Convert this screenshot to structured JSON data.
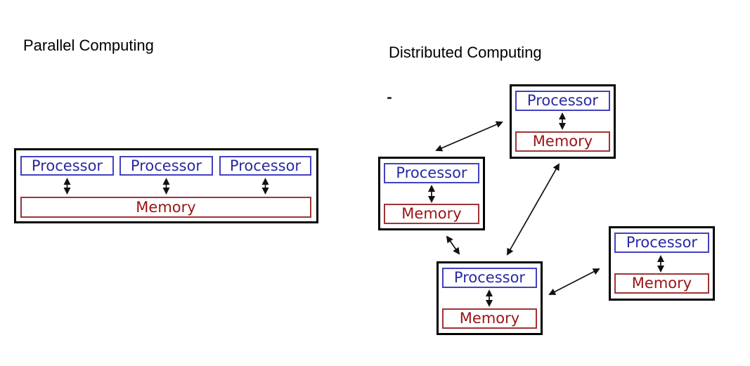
{
  "colors": {
    "background": "#ffffff",
    "title_text": "#000000",
    "frame_border": "#000000",
    "processor_border": "#4141c1",
    "processor_text": "#2929a3",
    "memory_border": "#a03434",
    "memory_text": "#9b1313",
    "arrow": "#111111"
  },
  "parallel": {
    "title": "Parallel Computing",
    "processors": [
      {
        "label": "Processor"
      },
      {
        "label": "Processor"
      },
      {
        "label": "Processor"
      }
    ],
    "memory_label": "Memory",
    "connections": [
      {
        "from": "processor-1",
        "to": "memory",
        "style": "double-arrow"
      },
      {
        "from": "processor-2",
        "to": "memory",
        "style": "double-arrow"
      },
      {
        "from": "processor-3",
        "to": "memory",
        "style": "double-arrow"
      }
    ]
  },
  "distributed": {
    "title": "Distributed Computing",
    "nodes": [
      {
        "id": "top",
        "processor_label": "Processor",
        "memory_label": "Memory"
      },
      {
        "id": "left",
        "processor_label": "Processor",
        "memory_label": "Memory"
      },
      {
        "id": "bottom",
        "processor_label": "Processor",
        "memory_label": "Memory"
      },
      {
        "id": "right",
        "processor_label": "Processor",
        "memory_label": "Memory"
      }
    ],
    "connections": [
      {
        "from": "left",
        "to": "top",
        "style": "double-arrow"
      },
      {
        "from": "left",
        "to": "bottom",
        "style": "double-arrow"
      },
      {
        "from": "top",
        "to": "bottom",
        "style": "double-arrow"
      },
      {
        "from": "bottom",
        "to": "right",
        "style": "double-arrow"
      }
    ]
  }
}
